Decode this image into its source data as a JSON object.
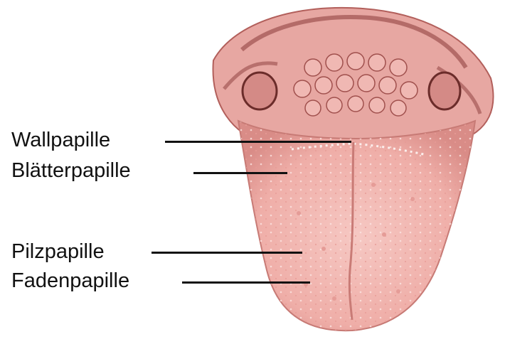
{
  "labels": {
    "wallpapille": "Wallpapille",
    "blaetterpapille": "Blätterpapille",
    "pilzpapille": "Pilzpapille",
    "fadenpapille": "Fadenpapille"
  },
  "colors": {
    "tongue_fill": "#f2b9b4",
    "tongue_shadow": "#d88a85",
    "root_dark": "#8a3a38",
    "line": "#111111"
  }
}
